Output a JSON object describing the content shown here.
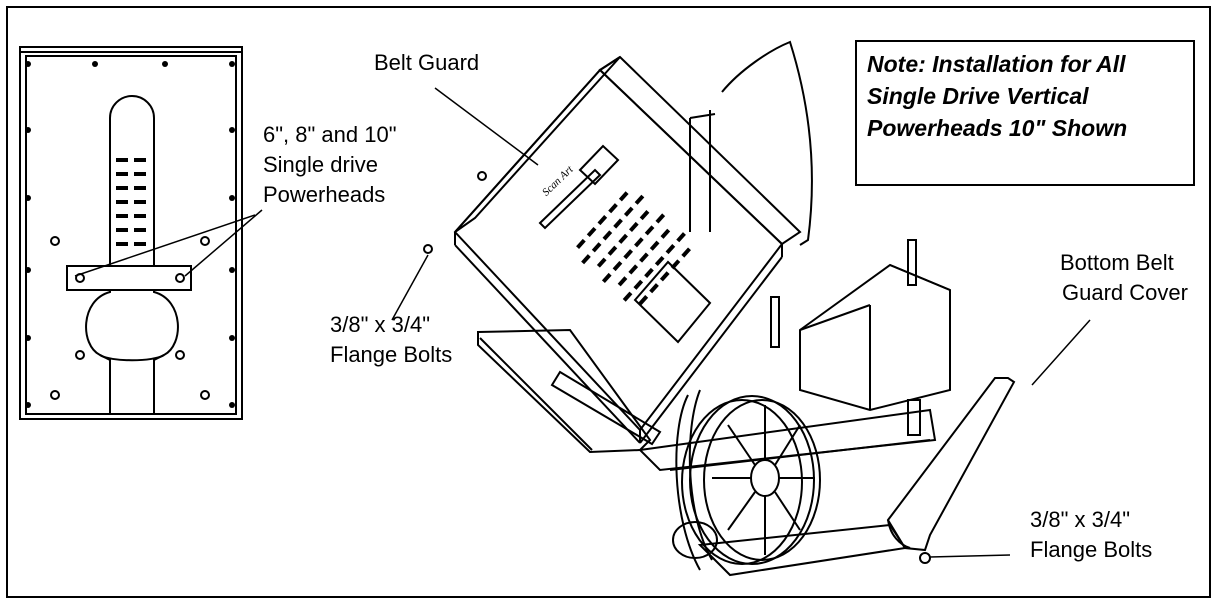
{
  "labels": {
    "belt_guard": "Belt Guard",
    "single_drive": [
      "6\", 8\" and 10\"",
      "Single drive",
      "Powerheads"
    ],
    "flange_bolts_left": [
      "3/8\" x 3/4\"",
      "Flange Bolts"
    ],
    "bottom_cover": [
      "Bottom Belt",
      "Guard Cover"
    ],
    "flange_bolts_right": [
      "3/8\" x 3/4\"",
      "Flange Bolts"
    ]
  },
  "note": {
    "lines": [
      "Note: Installation for All",
      "Single Drive Vertical",
      "Powerheads 10\" Shown"
    ]
  },
  "guard_logo": "Scan Art"
}
